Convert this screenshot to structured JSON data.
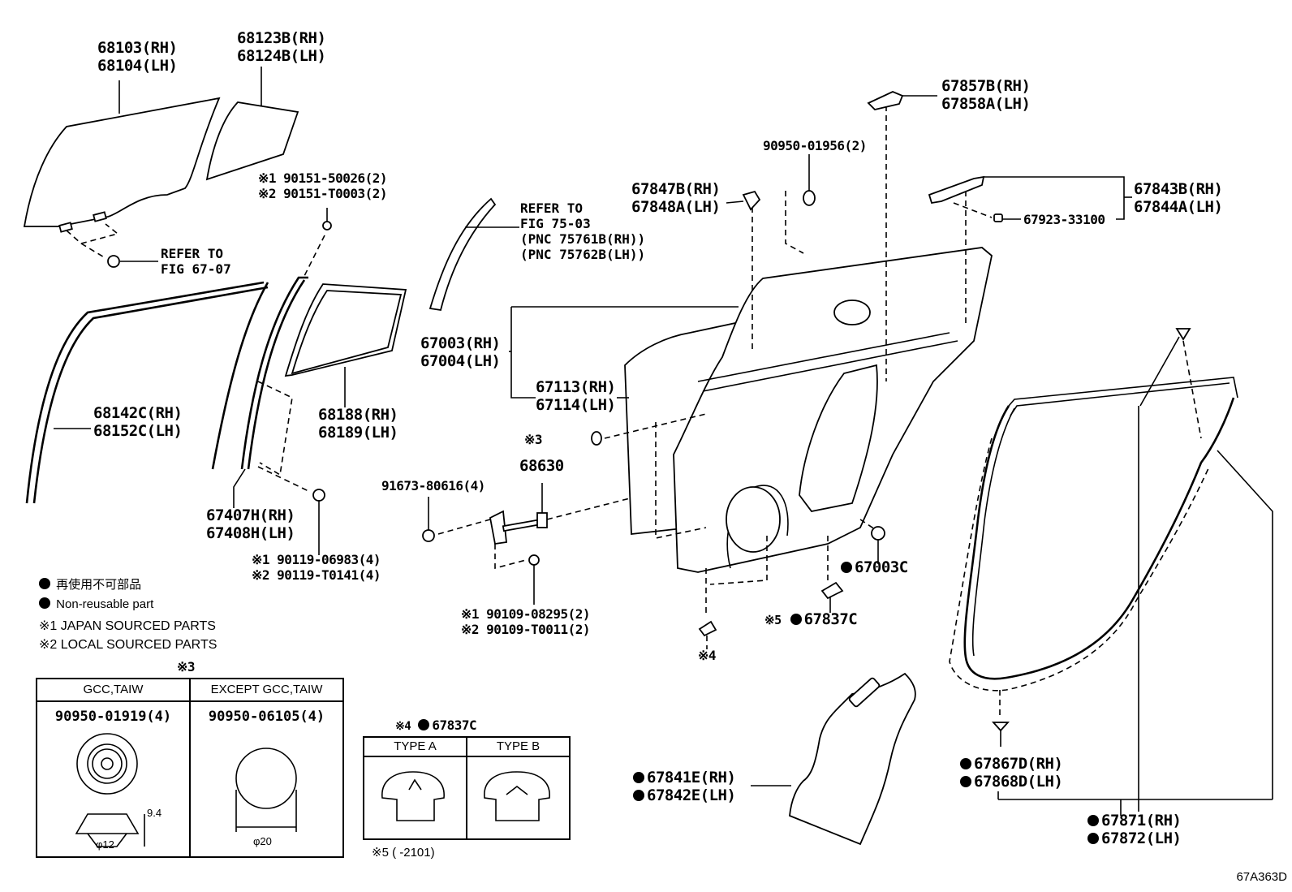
{
  "figure_id": "67A363D",
  "callouts": {
    "front_glass": [
      "68103(RH)",
      "68104(LH)"
    ],
    "quarter_glass": [
      "68123B(RH)",
      "68124B(LH)"
    ],
    "bolt_glass_top": [
      "※1 90151-50026(2)",
      "※2 90151-T0003(2)"
    ],
    "refer_fig_6707": [
      "REFER TO",
      "FIG 67-07"
    ],
    "refer_fig_7503": [
      "REFER TO",
      "FIG 75-03",
      "(PNC 75761B(RH))",
      "(PNC 75762B(LH))"
    ],
    "handle_cap": [
      "67857B(RH)",
      "67858A(LH)"
    ],
    "plug_top": [
      "90950-01956(2)"
    ],
    "lock_striker": [
      "67847B(RH)",
      "67848A(LH)"
    ],
    "handle_frame": [
      "67843B(RH)",
      "67844A(LH)"
    ],
    "handle_clip": "67923-33100",
    "door_panel": [
      "67003(RH)",
      "67004(LH)"
    ],
    "door_panel_sub": [
      "67113(RH)",
      "67114(LH)"
    ],
    "run_channel": [
      "68142C(RH)",
      "68152C(LH)"
    ],
    "glass_run": [
      "68188(RH)",
      "68189(LH)"
    ],
    "division_bar": [
      "67407H(RH)",
      "67408H(LH)"
    ],
    "bolt_division": [
      "※1 90119-06983(4)",
      "※2 90119-T0141(4)"
    ],
    "check_bolt": "91673-80616(4)",
    "door_check": "68630",
    "bolt_check": [
      "※1 90109-08295(2)",
      "※2 90109-T0011(2)"
    ],
    "plug_ref3": "※3",
    "plug_67003c": "67003C",
    "clip_5": "67837C",
    "clip_5_mark": "※5",
    "clip_4_mark": "※4",
    "service_hole_cover": [
      "67841E(RH)",
      "67842E(LH)"
    ],
    "weatherstrip_clip": [
      "67867D(RH)",
      "67868D(LH)"
    ],
    "weatherstrip": [
      "67871(RH)",
      "67872(LH)"
    ]
  },
  "legend": {
    "non_reusable_jp": "再使用不可部品",
    "non_reusable_en": "Non-reusable part",
    "note1": "※1 JAPAN SOURCED PARTS",
    "note2": "※2 LOCAL SOURCED PARTS"
  },
  "table_plug": {
    "title": "※3",
    "columns": [
      {
        "header": "GCC,TAIW",
        "part": "90950-01919(4)",
        "dim_height": "9.4",
        "dim_dia": "φ12"
      },
      {
        "header": "EXCEPT GCC,TAIW",
        "part": "90950-06105(4)",
        "dim_dia": "φ20"
      }
    ]
  },
  "table_clip": {
    "title_mark": "※4",
    "title_part": "67837C",
    "columns": [
      {
        "header": "TYPE A"
      },
      {
        "header": "TYPE B"
      }
    ],
    "footnote": "※5 (      -2101)"
  }
}
